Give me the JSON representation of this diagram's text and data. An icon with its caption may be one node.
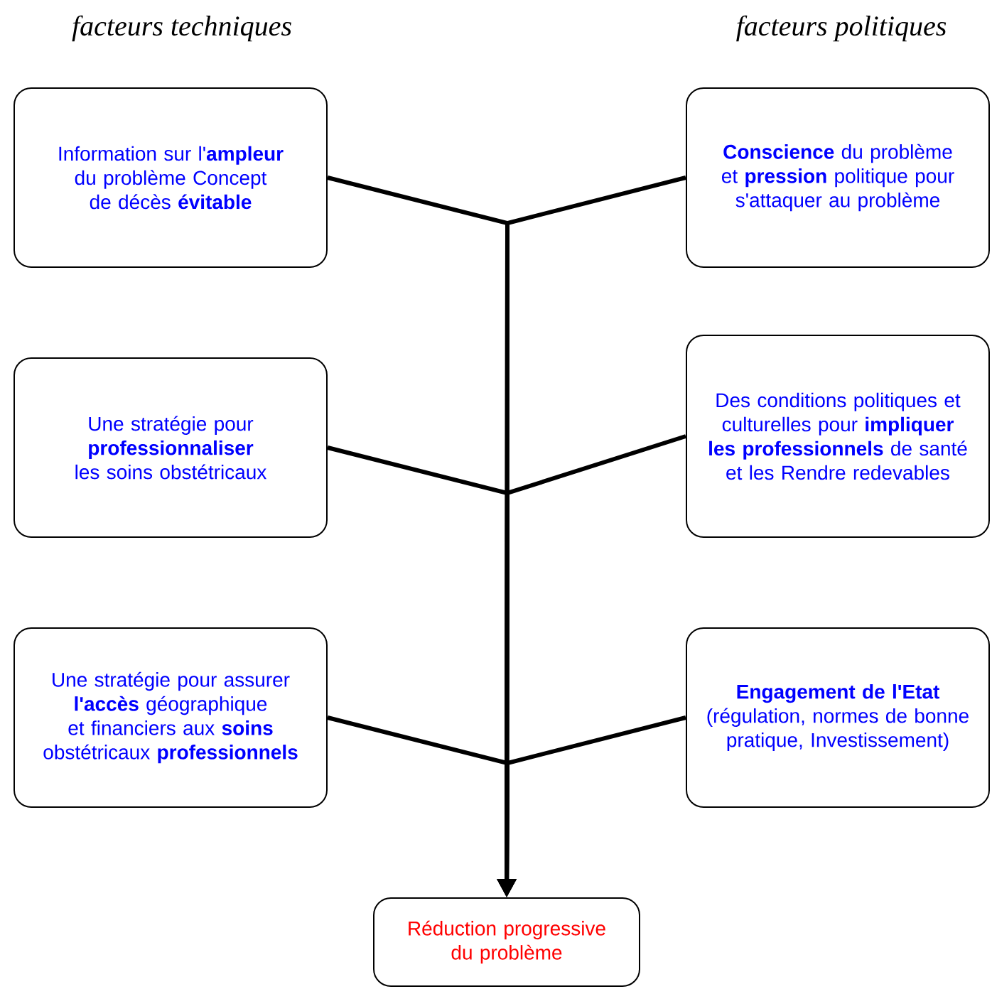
{
  "diagram": {
    "nodes": [
      {
        "text": [
          "Information sur l'**ampleur** du problème Concept de décès **évitable**"
        ]
      },
      {
        "text": [
          "**Conscience** du problème et **pression** politique pour s'attaquer au problème"
        ]
      },
      {
        "text": [
          "Une stratégie pour **professionnaliser** les soins obstétricaux"
        ]
      },
      {
        "text": [
          "Des conditions politiques et culturelles pour **impliquer les professionnels** de santé et les Rendre redevables"
        ]
      },
      {
        "text": [
          "Une stratégie pour assurer **l'accès** géographique et financiers aux **soins** obstétricaux **professionnels**"
        ]
      },
      {
        "text": [
          "**Engagement de l'Etat** (régulation, normes de bonne pratique, Investissement)"
        ]
      },
      {
        "text": [
          "Réduction progressive du problème"
        ]
      }
    ],
    "edges": [
      {
        "from": 0,
        "to": 6,
        "arrow": "to"
      },
      {
        "from": 1,
        "to": 6,
        "arrow": "to"
      },
      {
        "from": 2,
        "to": 6,
        "arrow": "to"
      },
      {
        "from": 3,
        "to": 6,
        "arrow": "to"
      },
      {
        "from": 4,
        "to": 6,
        "arrow": "to"
      },
      {
        "from": 5,
        "to": 6,
        "arrow": "to"
      }
    ],
    "labels": [
      "facteurs techniques",
      "facteurs politiques"
    ]
  }
}
